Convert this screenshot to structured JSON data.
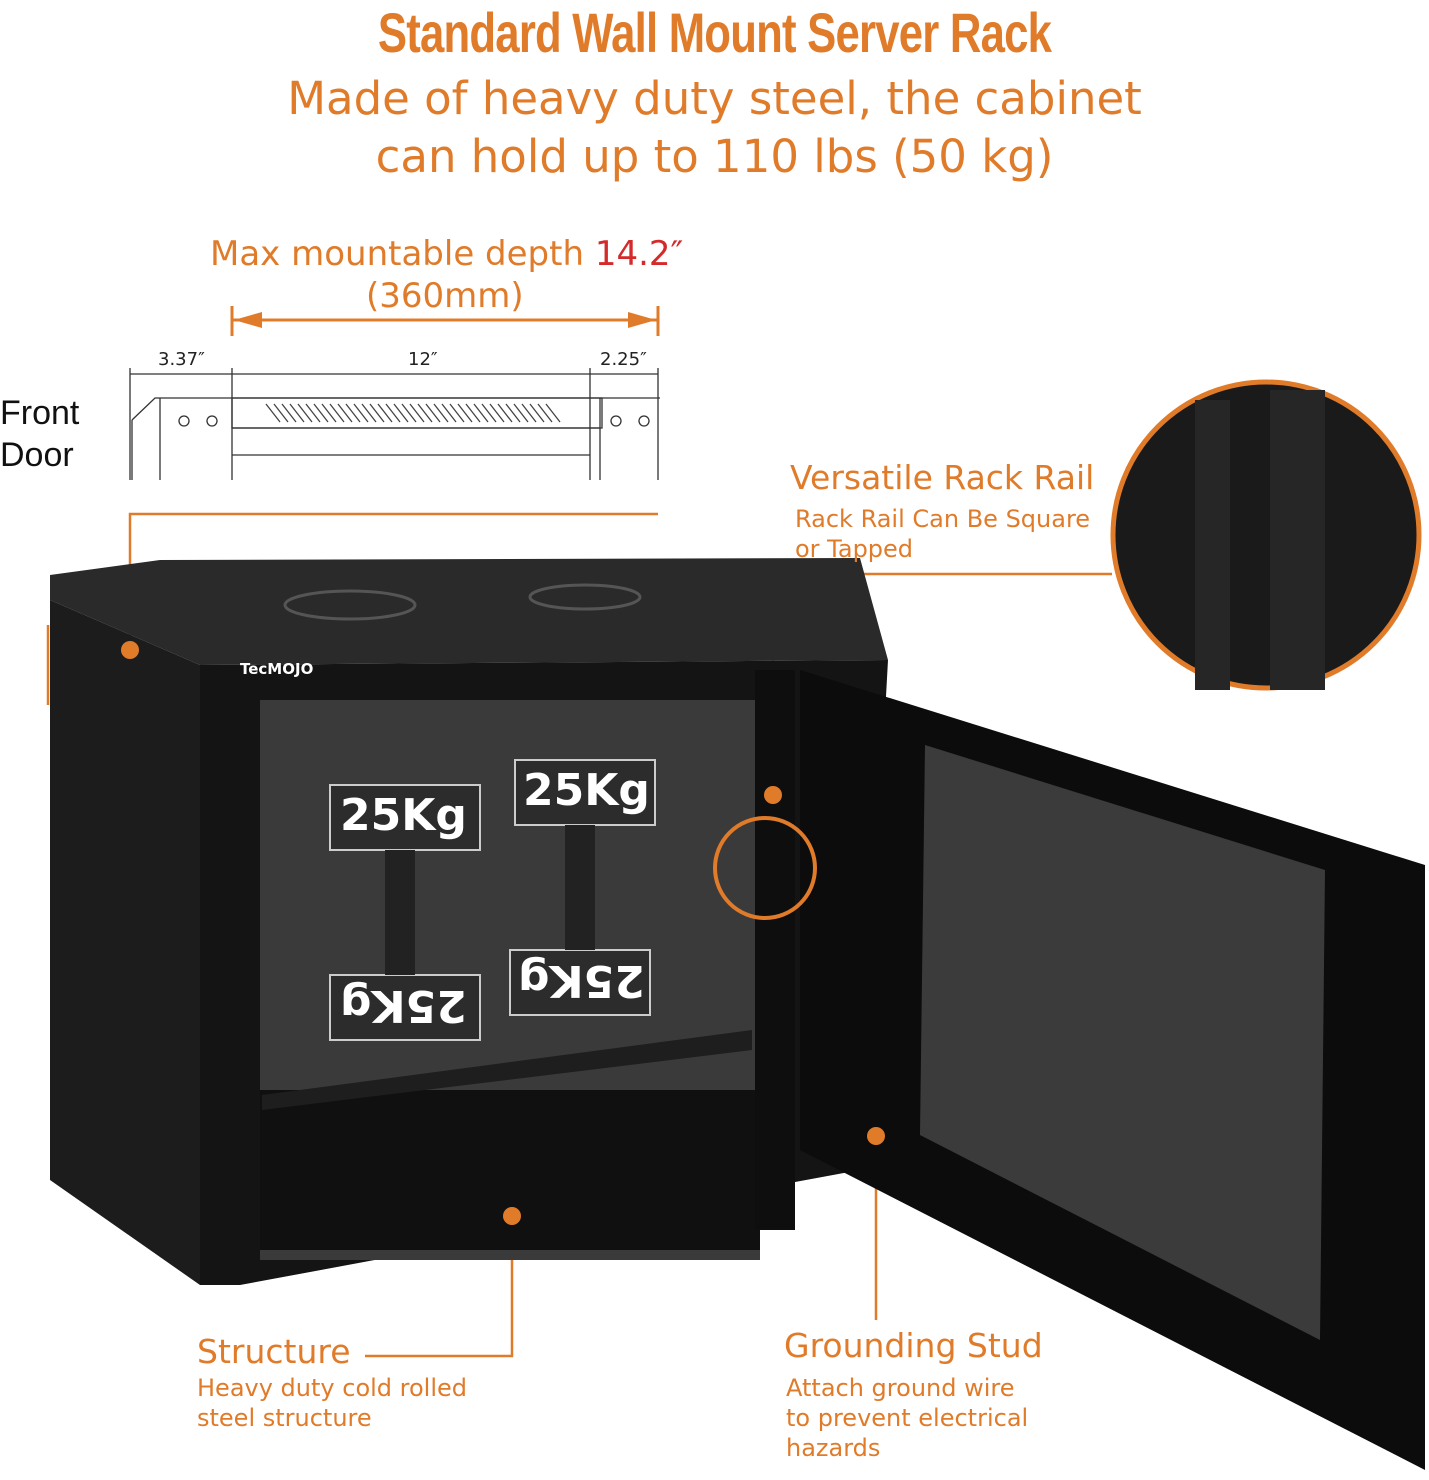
{
  "header": {
    "title": "Standard Wall Mount Server Rack",
    "subtitle_line1": "Made of heavy duty steel, the cabinet",
    "subtitle_line2": "can hold up to 110 lbs (50 kg)"
  },
  "depth": {
    "label": "Max mountable depth ",
    "value": "14.2″",
    "metric": "(360mm)"
  },
  "dimensions": {
    "front": "3.37″",
    "middle": "12″",
    "rear": "2.25″",
    "side_label_line1": "Front",
    "side_label_line2": "Door"
  },
  "callouts": {
    "rail": {
      "title": "Versatile Rack Rail",
      "desc_line1": "Rack Rail Can Be Square",
      "desc_line2": "or Tapped"
    },
    "structure": {
      "title": "Structure",
      "desc_line1": "Heavy duty cold rolled",
      "desc_line2": "steel structure"
    },
    "grounding": {
      "title": "Grounding Stud",
      "desc_line1": "Attach ground wire",
      "desc_line2": "to prevent electrical",
      "desc_line3": "hazards"
    }
  },
  "product": {
    "brand_logo": "TecMOJO",
    "weight_label": "25Kg"
  },
  "colors": {
    "accent": "#e07b2a",
    "highlight": "#d42a2a",
    "cabinet": "#1a1a1a"
  }
}
